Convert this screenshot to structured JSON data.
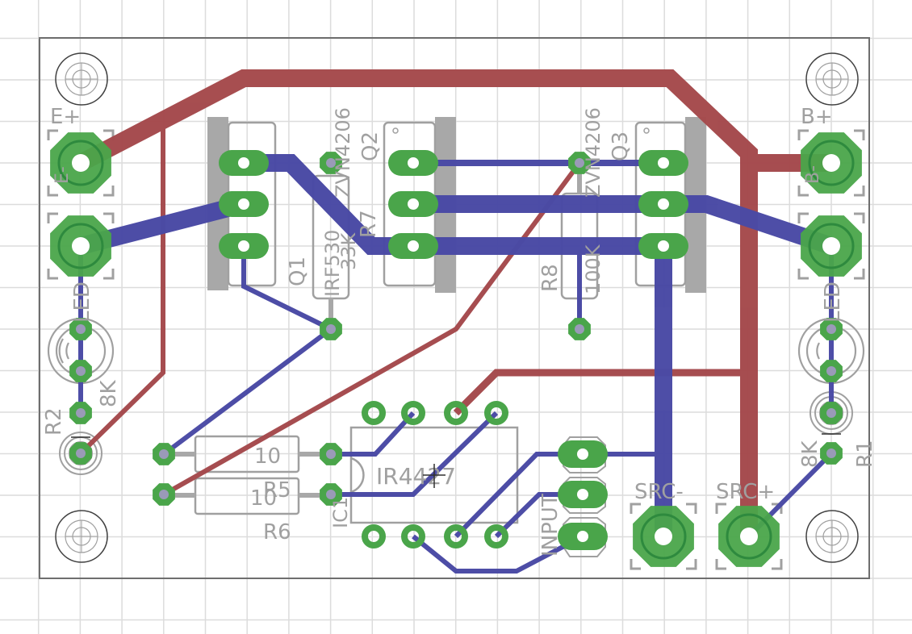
{
  "colors": {
    "background": "#ffffff",
    "grid": "#dcdcdc",
    "board_outline": "#6e6e6e",
    "top_copper": "#a54a4d",
    "bottom_copper": "#4a4aa5",
    "pad": "#4aa54a",
    "pad_dark": "#1e7a34",
    "silkscreen": "#a0a0a0",
    "hole_ring": "#404040",
    "origin_mark": "#303030"
  },
  "labels": {
    "e_plus": "E+",
    "e_minus": "E-",
    "b_plus": "B+",
    "b_minus": "B-",
    "led_left": "LED",
    "led_right": "LED",
    "r2": "R2",
    "r2_value": "8K",
    "r1": "R1",
    "r1_value": "8K",
    "q1": "Q1",
    "q1_value": "IRF530",
    "q2": "Q2",
    "q2_value": "ZVN4206",
    "q3": "Q3",
    "q3_value": "ZVN4206",
    "r7": "R7",
    "r7_value": "33K",
    "r8": "R8",
    "r8_value": "100K",
    "r5": "R5",
    "r5_value": "10",
    "r6": "R6",
    "r6_value": "10",
    "ic1": "IC1",
    "ic1_value": "IR4427",
    "input": "INPUT",
    "src_minus": "SRC-",
    "src_plus": "SRC+"
  },
  "components": [
    {
      "ref": "E+",
      "type": "terminal-pad"
    },
    {
      "ref": "E-",
      "type": "terminal-pad"
    },
    {
      "ref": "B+",
      "type": "terminal-pad"
    },
    {
      "ref": "B-",
      "type": "terminal-pad"
    },
    {
      "ref": "SRC-",
      "type": "terminal-pad"
    },
    {
      "ref": "SRC+",
      "type": "terminal-pad"
    },
    {
      "ref": "Q1",
      "type": "TO-220",
      "value": "IRF530"
    },
    {
      "ref": "Q2",
      "type": "TO-220",
      "value": "ZVN4206"
    },
    {
      "ref": "Q3",
      "type": "TO-220",
      "value": "ZVN4206"
    },
    {
      "ref": "IC1",
      "type": "DIP-8",
      "value": "IR4427"
    },
    {
      "ref": "INPUT",
      "type": "3-pin header"
    },
    {
      "ref": "R1",
      "type": "resistor",
      "value": "8K"
    },
    {
      "ref": "R2",
      "type": "resistor",
      "value": "8K"
    },
    {
      "ref": "R5",
      "type": "resistor",
      "value": "10"
    },
    {
      "ref": "R6",
      "type": "resistor",
      "value": "10"
    },
    {
      "ref": "R7",
      "type": "resistor",
      "value": "33K"
    },
    {
      "ref": "R8",
      "type": "resistor",
      "value": "100K"
    },
    {
      "ref": "LED-left",
      "type": "LED"
    },
    {
      "ref": "LED-right",
      "type": "LED"
    }
  ]
}
